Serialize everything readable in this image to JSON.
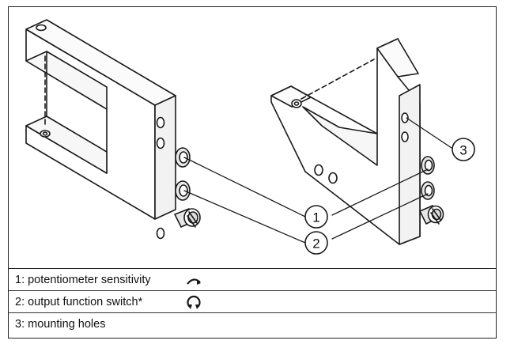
{
  "diagram": {
    "callouts": [
      {
        "num": "1"
      },
      {
        "num": "2"
      },
      {
        "num": "3"
      }
    ]
  },
  "legend": {
    "items": [
      {
        "label": "1: potentiometer sensitivity",
        "symbol": "curved-arrow-icon"
      },
      {
        "label": "2: output function switch*",
        "symbol": "circular-arrows-icon"
      },
      {
        "label": "3: mounting holes",
        "symbol": ""
      }
    ]
  },
  "colors": {
    "line": "#1a1a1a",
    "background": "#ffffff",
    "shade": "#f2f2f2"
  }
}
